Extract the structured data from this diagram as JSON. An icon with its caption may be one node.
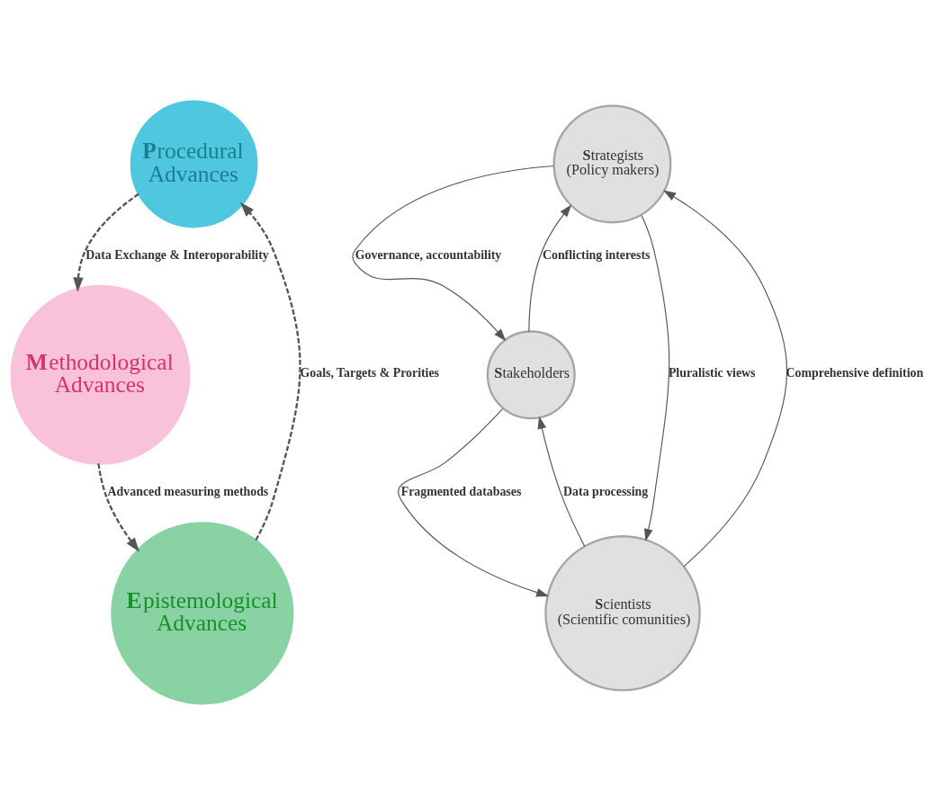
{
  "diagram": {
    "nodes": [
      {
        "text": [
          "**P**rocedural Advances"
        ]
      },
      {
        "text": [
          "**E**pistemological Advances"
        ]
      },
      {
        "text": [
          "**M**ethodological Advances"
        ]
      },
      {
        "text": [
          "**S**trategists",
          "(Policy makers)"
        ]
      },
      {
        "text": [
          "**S**takeholders"
        ]
      },
      {
        "text": [
          "**S**cientists",
          "(Scientific comunities)"
        ]
      }
    ],
    "edges": [
      {
        "from": 3,
        "to": 4,
        "arrow": "to",
        "label": "Governance, accountability"
      },
      {
        "from": 4,
        "to": 3,
        "arrow": "to",
        "label": "Conflicting interests"
      },
      {
        "from": 3,
        "to": 5,
        "arrow": "to",
        "label": "Pluralistic views"
      },
      {
        "from": 5,
        "to": 3,
        "arrow": "to",
        "label": "Comprehensive definition"
      },
      {
        "from": 4,
        "to": 5,
        "arrow": "to",
        "label": "Fragmented databases"
      },
      {
        "from": 5,
        "to": 4,
        "arrow": "to",
        "label": "Data processing"
      },
      {
        "from": 1,
        "to": 0,
        "arrow": "to",
        "label": "Goals, Targets & Prorities",
        "style": "dashed"
      },
      {
        "from": 0,
        "to": 2,
        "arrow": "to",
        "label": "Data Exchange & Interoporability",
        "style": "dashed"
      },
      {
        "from": 2,
        "to": 1,
        "arrow": "to",
        "label": "Advanced measuring methods",
        "style": "dashed"
      }
    ]
  }
}
